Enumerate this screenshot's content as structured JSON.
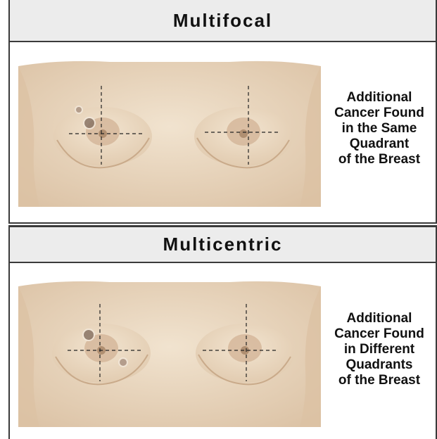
{
  "panels": [
    {
      "title": "Multifocal",
      "caption_lines": [
        "Additional",
        "Cancer Found",
        "in the Same",
        "Quadrant",
        "of the Breast"
      ]
    },
    {
      "title": "Multicentric",
      "caption_lines": [
        "Additional",
        "Cancer Found",
        "in Different",
        "Quadrants",
        "of the Breast"
      ]
    }
  ],
  "colors": {
    "skin": "#eddcc6",
    "skin_shadow": "#d9bfa2",
    "areola": "#c9a586",
    "nipple": "#a98769",
    "tumor": "#8a7566",
    "title_bg": "#ececec",
    "border": "#3a3a3a"
  }
}
